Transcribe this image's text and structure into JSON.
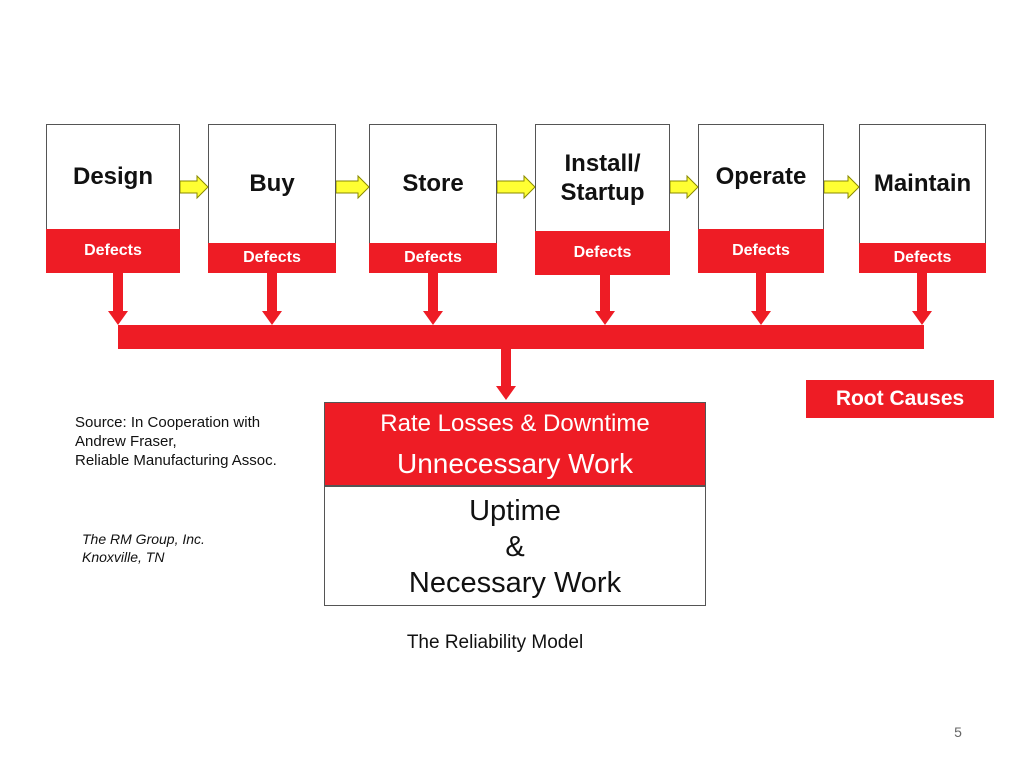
{
  "stages": [
    {
      "label": "Design",
      "defects": "Defects"
    },
    {
      "label": "Buy",
      "defects": "Defects"
    },
    {
      "label": "Store",
      "defects": "Defects"
    },
    {
      "label": "Install/\nStartup",
      "defects": "Defects"
    },
    {
      "label": "Operate",
      "defects": "Defects"
    },
    {
      "label": "Maintain",
      "defects": "Defects"
    }
  ],
  "root_causes": "Root Causes",
  "source": {
    "line1": "Source: In Cooperation with",
    "line2": "Andrew Fraser,",
    "line3": "Reliable Manufacturing Assoc."
  },
  "credit": {
    "line1": "The RM Group, Inc.",
    "line2": "Knoxville, TN"
  },
  "result": {
    "losses": "Rate Losses & Downtime",
    "unnecessary": "Unnecessary Work",
    "uptime": "Uptime",
    "amp": "&",
    "necessary": "Necessary Work"
  },
  "caption": "The Reliability Model",
  "page_number": "5",
  "colors": {
    "red": "#ee1c25",
    "arrow_yellow": "#ffff33",
    "arrow_yellow_stroke": "#8a8a00"
  }
}
